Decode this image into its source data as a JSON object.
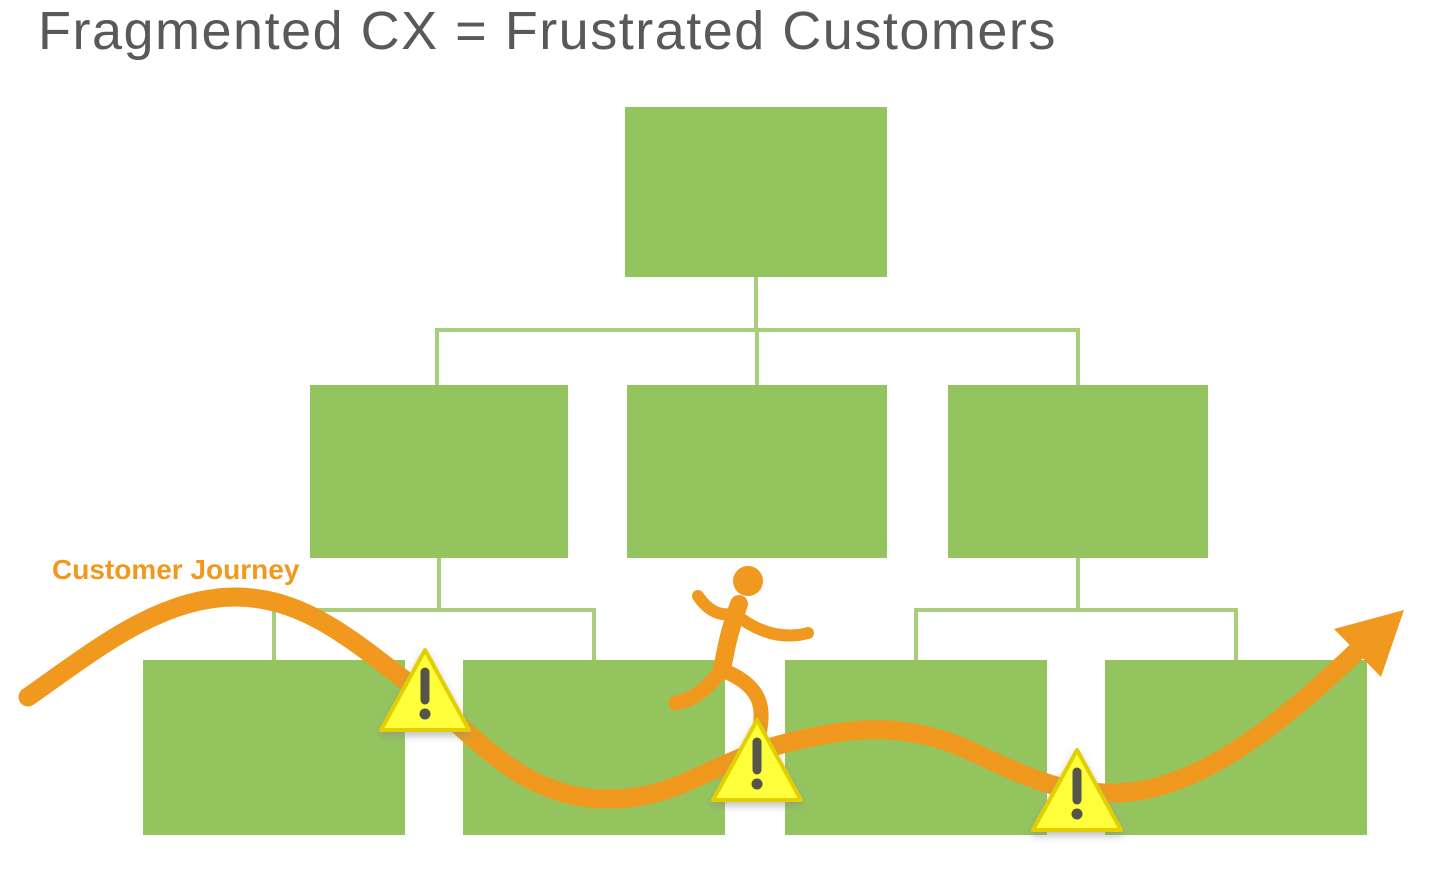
{
  "title": "Fragmented CX = Frustrated Customers",
  "journey": {
    "label": "Customer Journey",
    "warning_count": 3,
    "has_runner_figure": true,
    "arrow_direction": "up-right"
  },
  "org_chart": {
    "level1_box_count": 1,
    "level2_box_count": 3,
    "level3_box_count": 4,
    "boxes_have_text": false
  },
  "colors": {
    "title_text": "#58595B",
    "box_green": "#94C45E",
    "connector_green": "#A6CE7B",
    "journey_orange": "#F0991E",
    "warning_fill": "#FFFF3B",
    "warning_border": "#E3CE00",
    "warning_glyph": "#55554A"
  }
}
